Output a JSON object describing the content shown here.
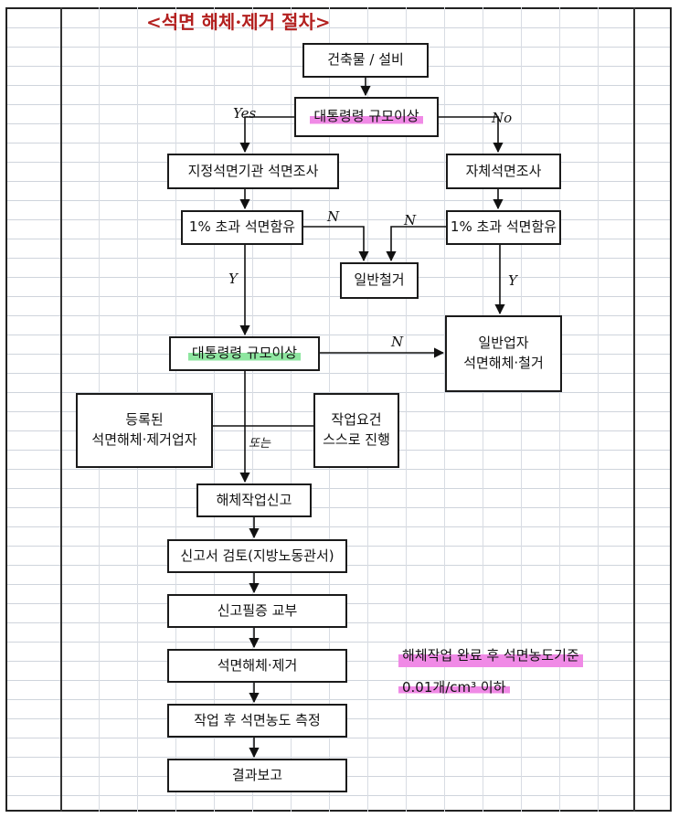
{
  "title": "<석면 해체·제거 절차>",
  "nodes": {
    "n1": "건축물 / 설비",
    "n2": "대통령령 규모이상",
    "n3": "지정석면기관 석면조사",
    "n4": "자체석면조사",
    "n5": "1% 초과 석면함유",
    "n6": "1% 초과 석면함유",
    "n7": "일반철거",
    "n8": "대통령령 규모이상",
    "n9_line1": "일반업자",
    "n9_line2": "석면해체·철거",
    "n10_line1": "등록된",
    "n10_line2": "석면해체·제거업자",
    "n11_line1": "작업요건",
    "n11_line2": "스스로 진행",
    "n12": "해체작업신고",
    "n13": "신고서 검토(지방노동관서)",
    "n14": "신고필증 교부",
    "n15": "석면해체·제거",
    "n16": "작업 후 석면농도 측정",
    "n17": "결과보고"
  },
  "edge_labels": {
    "yes": "Yes",
    "no": "No",
    "n_a": "N",
    "n_b": "N",
    "y_a": "Y",
    "y_b": "Y",
    "n_c": "N",
    "or": "또는"
  },
  "note": {
    "line1": "해체작업 완료 후 석면농도기준",
    "line2": "0.01개/cm³ 이하"
  },
  "colors": {
    "title": "#b3201f",
    "highlight_pink": "#f08ae6",
    "highlight_green": "#8ee6a0"
  }
}
